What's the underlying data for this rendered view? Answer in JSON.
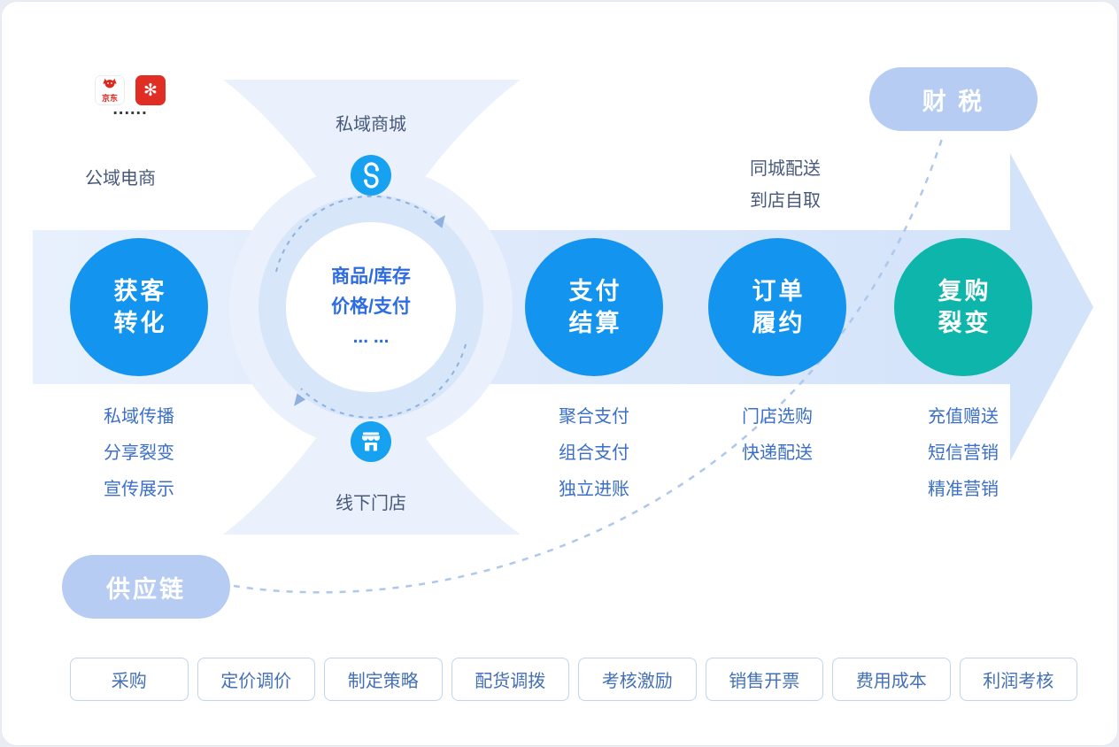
{
  "header": {
    "jd_text": "京东",
    "pdd_glyph": "✻",
    "ellipsis": "......",
    "public_ecommerce": "公域电商"
  },
  "mall": {
    "private_label": "私域商城",
    "offline_label": "线下门店"
  },
  "pills": {
    "finance": "财 税",
    "supply": "供应链"
  },
  "delivery": {
    "line1": "同城配送",
    "line2": "到店自取"
  },
  "hub": {
    "line1": "商品/库存",
    "line2": "价格/支付",
    "line3": "... ..."
  },
  "nodes": [
    {
      "line1": "获客",
      "line2": "转化",
      "subs": [
        "私域传播",
        "分享裂变",
        "宣传展示"
      ]
    },
    {
      "line1": "支付",
      "line2": "结算",
      "subs": [
        "聚合支付",
        "组合支付",
        "独立进账"
      ]
    },
    {
      "line1": "订单",
      "line2": "履约",
      "subs": [
        "门店选购",
        "快递配送"
      ]
    },
    {
      "line1": "复购",
      "line2": "裂变",
      "subs": [
        "充值赠送",
        "短信营销",
        "精准营销"
      ]
    }
  ],
  "chips": [
    "采购",
    "定价调价",
    "制定策略",
    "配货调拨",
    "考核激励",
    "销售开票",
    "费用成本",
    "利润考核"
  ],
  "colors": {
    "node_blue": "#1394ef",
    "node_teal": "#0db5aa",
    "band": "#d9e7fb",
    "pill": "#b6ccf2",
    "sub_text": "#3b6fc9",
    "hub_text": "#2e6ce2",
    "label_text": "#47597a"
  }
}
